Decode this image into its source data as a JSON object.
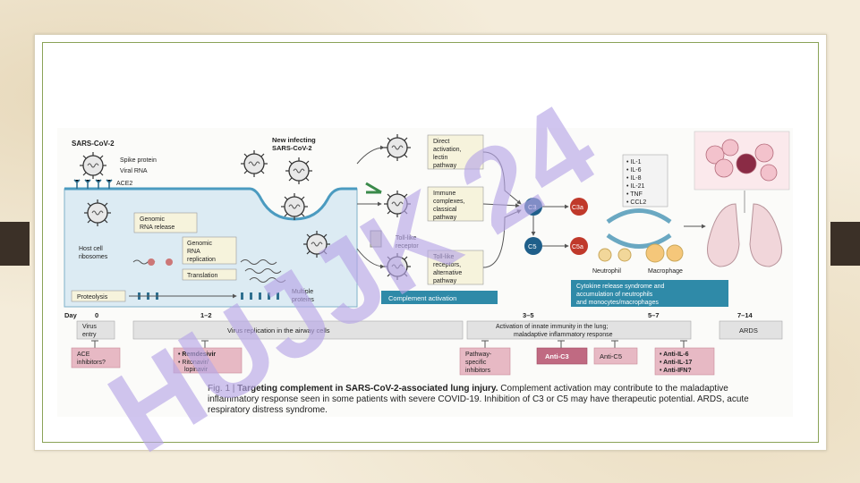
{
  "figure": {
    "labels": {
      "virus_name": "SARS-CoV-2",
      "spike": "Spike protein",
      "viral_rna": "Viral RNA",
      "ace2": "ACE2",
      "new_infecting_1": "New infecting",
      "new_infecting_2": "SARS-CoV-2",
      "genomic_release_1": "Genomic",
      "genomic_release_2": "RNA release",
      "host_cell_1": "Host cell",
      "host_cell_2": "ribosomes",
      "genomic_replication_1": "Genomic",
      "genomic_replication_2": "RNA",
      "genomic_replication_3": "replication",
      "translation": "Translation",
      "proteolysis": "Proteolysis",
      "multiple_1": "Multiple",
      "multiple_2": "proteins",
      "direct_1": "Direct",
      "direct_2": "activation,",
      "direct_3": "lectin",
      "direct_4": "pathway",
      "immune_1": "Immune",
      "immune_2": "complexes,",
      "immune_3": "classical",
      "immune_4": "pathway",
      "toll_receptor_1": "Toll-like",
      "toll_receptor_2": "receptor",
      "toll_alt_1": "Toll-like",
      "toll_alt_2": "receptors,",
      "toll_alt_3": "alternative",
      "toll_alt_4": "pathway",
      "complement_activation": "Complement activation",
      "c3": "C3",
      "c3a": "C3a",
      "c5": "C5",
      "c5a": "C5a",
      "cytokines": [
        "• IL-1",
        "• IL-6",
        "• IL-8",
        "• IL-21",
        "• TNF",
        "• CCL2"
      ],
      "neutrophil": "Neutrophil",
      "macrophage": "Macrophage",
      "cytokine_storm_1": "Cytokine release syndrome and",
      "cytokine_storm_2": "accumulation of neutrophils",
      "cytokine_storm_3": "and monocytes/macrophages"
    },
    "timeline": {
      "day_label": "Day",
      "days": [
        "0",
        "1–2",
        "3–5",
        "5–7",
        "7–14"
      ],
      "virus_entry_1": "Virus",
      "virus_entry_2": "entry",
      "replication": "Virus replication in the airway cells",
      "innate_1": "Activation of innate immunity in the lung;",
      "innate_2": "maladaptive inflammatory response",
      "ards": "ARDS"
    },
    "drugs": {
      "ace_1": "ACE",
      "ace_2": "inhibitors?",
      "remdesivir": "• Remdesivir",
      "ritonavir_1": "• Ritonavir/",
      "ritonavir_2": "lopinavir",
      "pathway_1": "Pathway-",
      "pathway_2": "specific",
      "pathway_3": "inhibitors",
      "anti_c3": "Anti-C3",
      "anti_c5": "Anti-C5",
      "anti_il6": "• Anti-IL-6",
      "anti_il17": "• Anti-IL-17",
      "anti_ifn": "• Anti-IFN?"
    },
    "caption": {
      "fig_label": "Fig. 1 |",
      "title": "Targeting complement in SARS-CoV-2-associated lung injury.",
      "text": "Complement activation may contribute to the maladaptive inflammatory response seen in some patients with severe COVID-19. Inhibition of C3 or C5 may have therapeutic potential. ARDS, acute respiratory distress syndrome."
    }
  },
  "watermark": "HUJJK 24",
  "colors": {
    "teal": "#2f8aa8",
    "c3_blue": "#1f5f8a",
    "c3a_red": "#c0392b",
    "drug_pink": "#e7b9c4",
    "watermark_purple": "#b7a6e6",
    "watermark_gray": "#6f6f6f",
    "frame_green": "#8aa357"
  }
}
